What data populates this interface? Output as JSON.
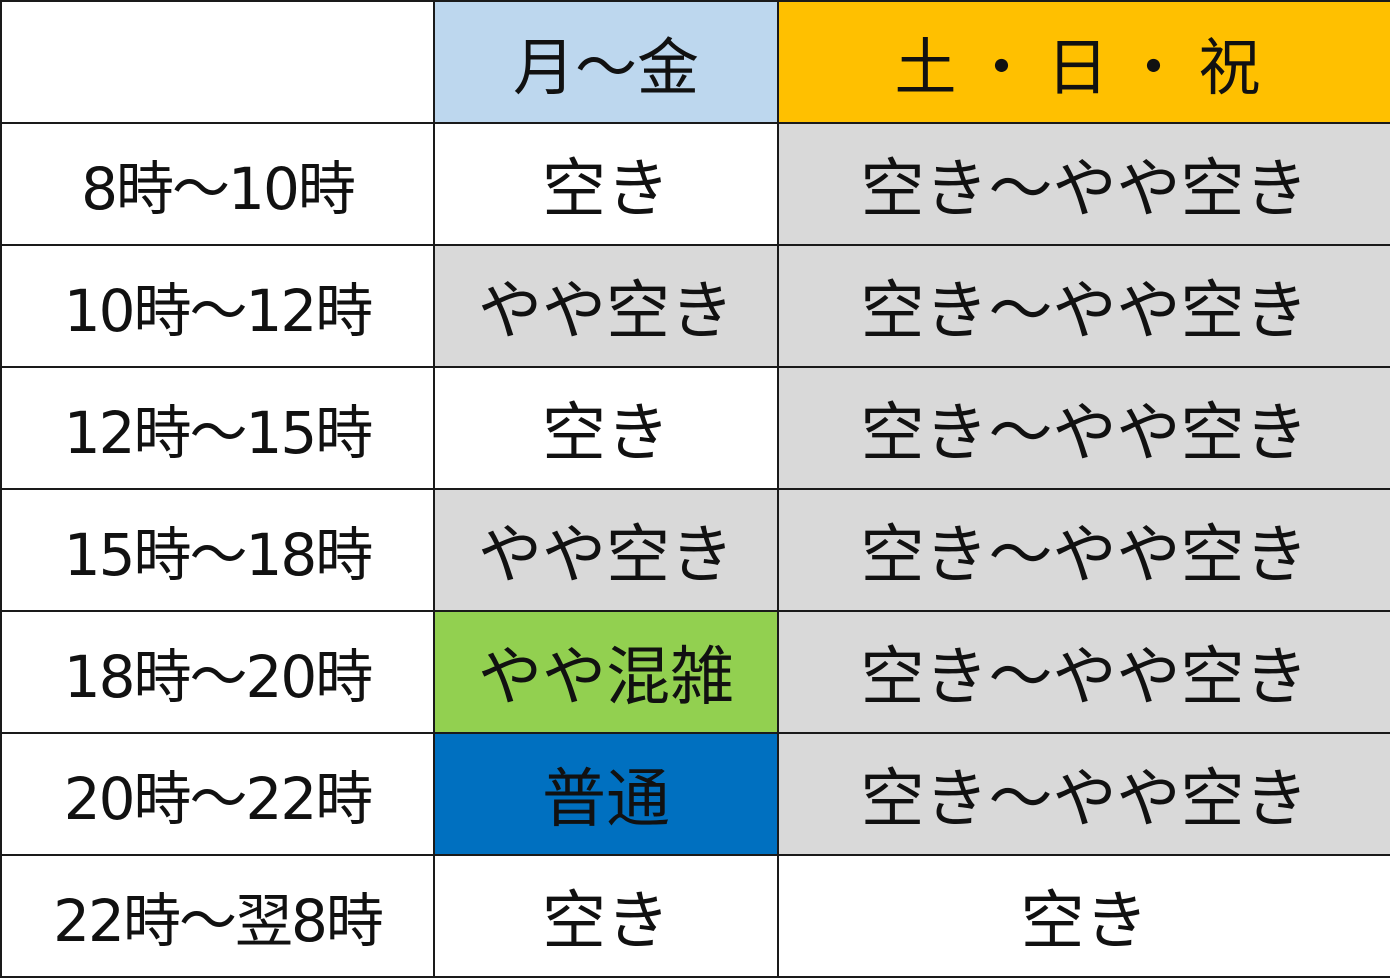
{
  "colors": {
    "weekday_header": "#BDD7EE",
    "weekend_header": "#FFC000",
    "empty": "#FFFFFF",
    "slightly_empty": "#D9D9D9",
    "slightly_crowded": "#92D050",
    "normal": "#0070C0",
    "border": "#1A1A1A"
  },
  "headers": {
    "corner": "",
    "weekday": "月～金",
    "weekend": "土・日・祝"
  },
  "rows": [
    {
      "time": "8時～10時",
      "weekday": "空き",
      "weekend": "空き～やや空き"
    },
    {
      "time": "10時～12時",
      "weekday": "やや空き",
      "weekend": "空き～やや空き"
    },
    {
      "time": "12時～15時",
      "weekday": "空き",
      "weekend": "空き～やや空き"
    },
    {
      "time": "15時～18時",
      "weekday": "やや空き",
      "weekend": "空き～やや空き"
    },
    {
      "time": "18時～20時",
      "weekday": "やや混雑",
      "weekend": "空き～やや空き"
    },
    {
      "time": "20時～22時",
      "weekday": "普通",
      "weekend": "空き～やや空き"
    },
    {
      "time": "22時～翌8時",
      "weekday": "空き",
      "weekend": "空き"
    }
  ]
}
